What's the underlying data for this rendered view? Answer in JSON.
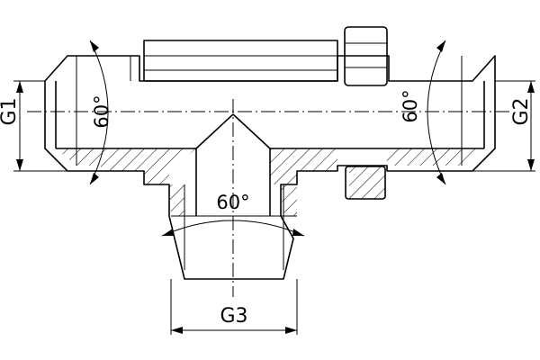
{
  "labels": {
    "g1": "G1",
    "g2": "G2",
    "g3": "G3",
    "angle_left": "60°",
    "angle_right": "60°",
    "angle_bottom": "60°"
  }
}
